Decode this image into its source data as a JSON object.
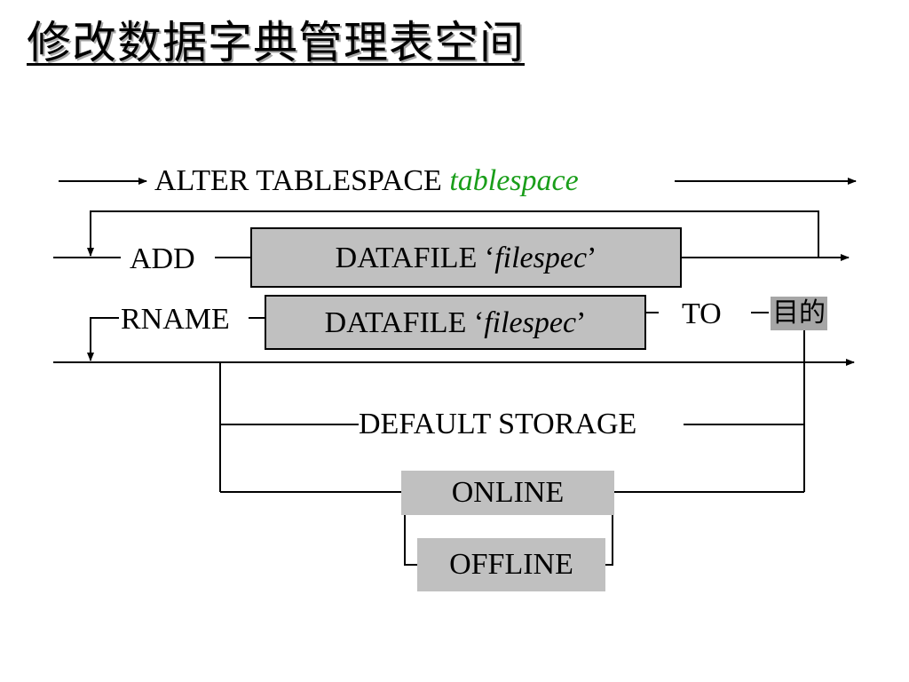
{
  "title": "修改数据字典管理表空间",
  "syntax": {
    "alter_keyword": "ALTER TABLESPACE",
    "tablespace_param": "tablespace",
    "add_keyword": "ADD",
    "rename_keyword": "RNAME",
    "datafile_keyword": "DATAFILE",
    "filespec_param": "filespec",
    "open_quote": "‘",
    "close_quote": "’",
    "to_keyword": "TO",
    "target_label": "目的",
    "default_storage": "DEFAULT STORAGE",
    "online": "ONLINE",
    "offline": "OFFLINE"
  },
  "colors": {
    "param_green": "#1a9e1a",
    "box_fill": "#c0c0c0",
    "target_fill": "#a6a6a6"
  }
}
